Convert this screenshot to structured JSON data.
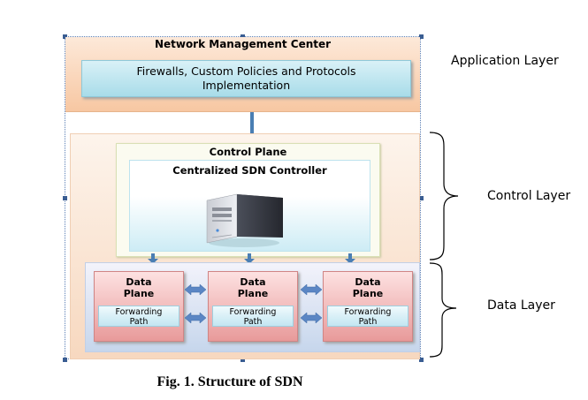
{
  "diagram": {
    "application": {
      "title": "Network Management Center",
      "inner_line1": "Firewalls, Custom Policies and Protocols",
      "inner_line2": "Implementation"
    },
    "control": {
      "title": "Control Plane",
      "controller": "Centralized SDN Controller",
      "controller_icon": "server-icon"
    },
    "data_planes": [
      {
        "title_line1": "Data",
        "title_line2": "Plane",
        "fp_line1": "Forwarding",
        "fp_line2": "Path"
      },
      {
        "title_line1": "Data",
        "title_line2": "Plane",
        "fp_line1": "Forwarding",
        "fp_line2": "Path"
      },
      {
        "title_line1": "Data",
        "title_line2": "Plane",
        "fp_line1": "Forwarding",
        "fp_line2": "Path"
      }
    ],
    "layer_labels": {
      "application": "Application Layer",
      "control": "Control Layer",
      "data": "Data Layer"
    },
    "colors": {
      "arrow": "#4a7eb3",
      "application_bg": "#f7c7a2",
      "data_plane": "#e89a9a",
      "controller_bg": "#cdecf5"
    }
  },
  "caption": "Fig. 1. Structure of SDN"
}
